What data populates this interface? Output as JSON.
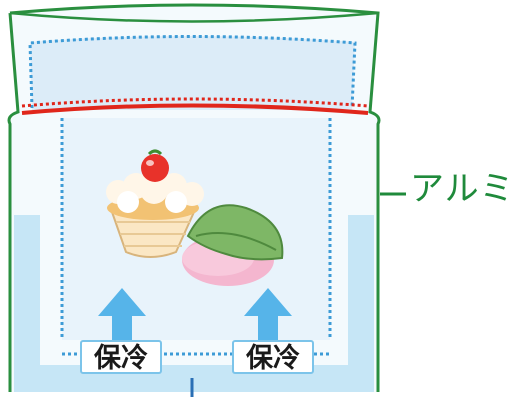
{
  "diagram": {
    "callout_label": "アルミ",
    "cold_labels": [
      "保冷",
      "保冷"
    ],
    "colors": {
      "bag_outline": "#2a8f3f",
      "seal_line": "#e0261b",
      "insulation_fill": "#c6e6f6",
      "dotted_outline": "#3d9bd6",
      "arrow": "#56b4e9",
      "callout_text": "#1f8a3b"
    },
    "icons": [
      "cupcake-icon",
      "sakura-mochi-icon",
      "cooling-arrow-icon"
    ]
  }
}
